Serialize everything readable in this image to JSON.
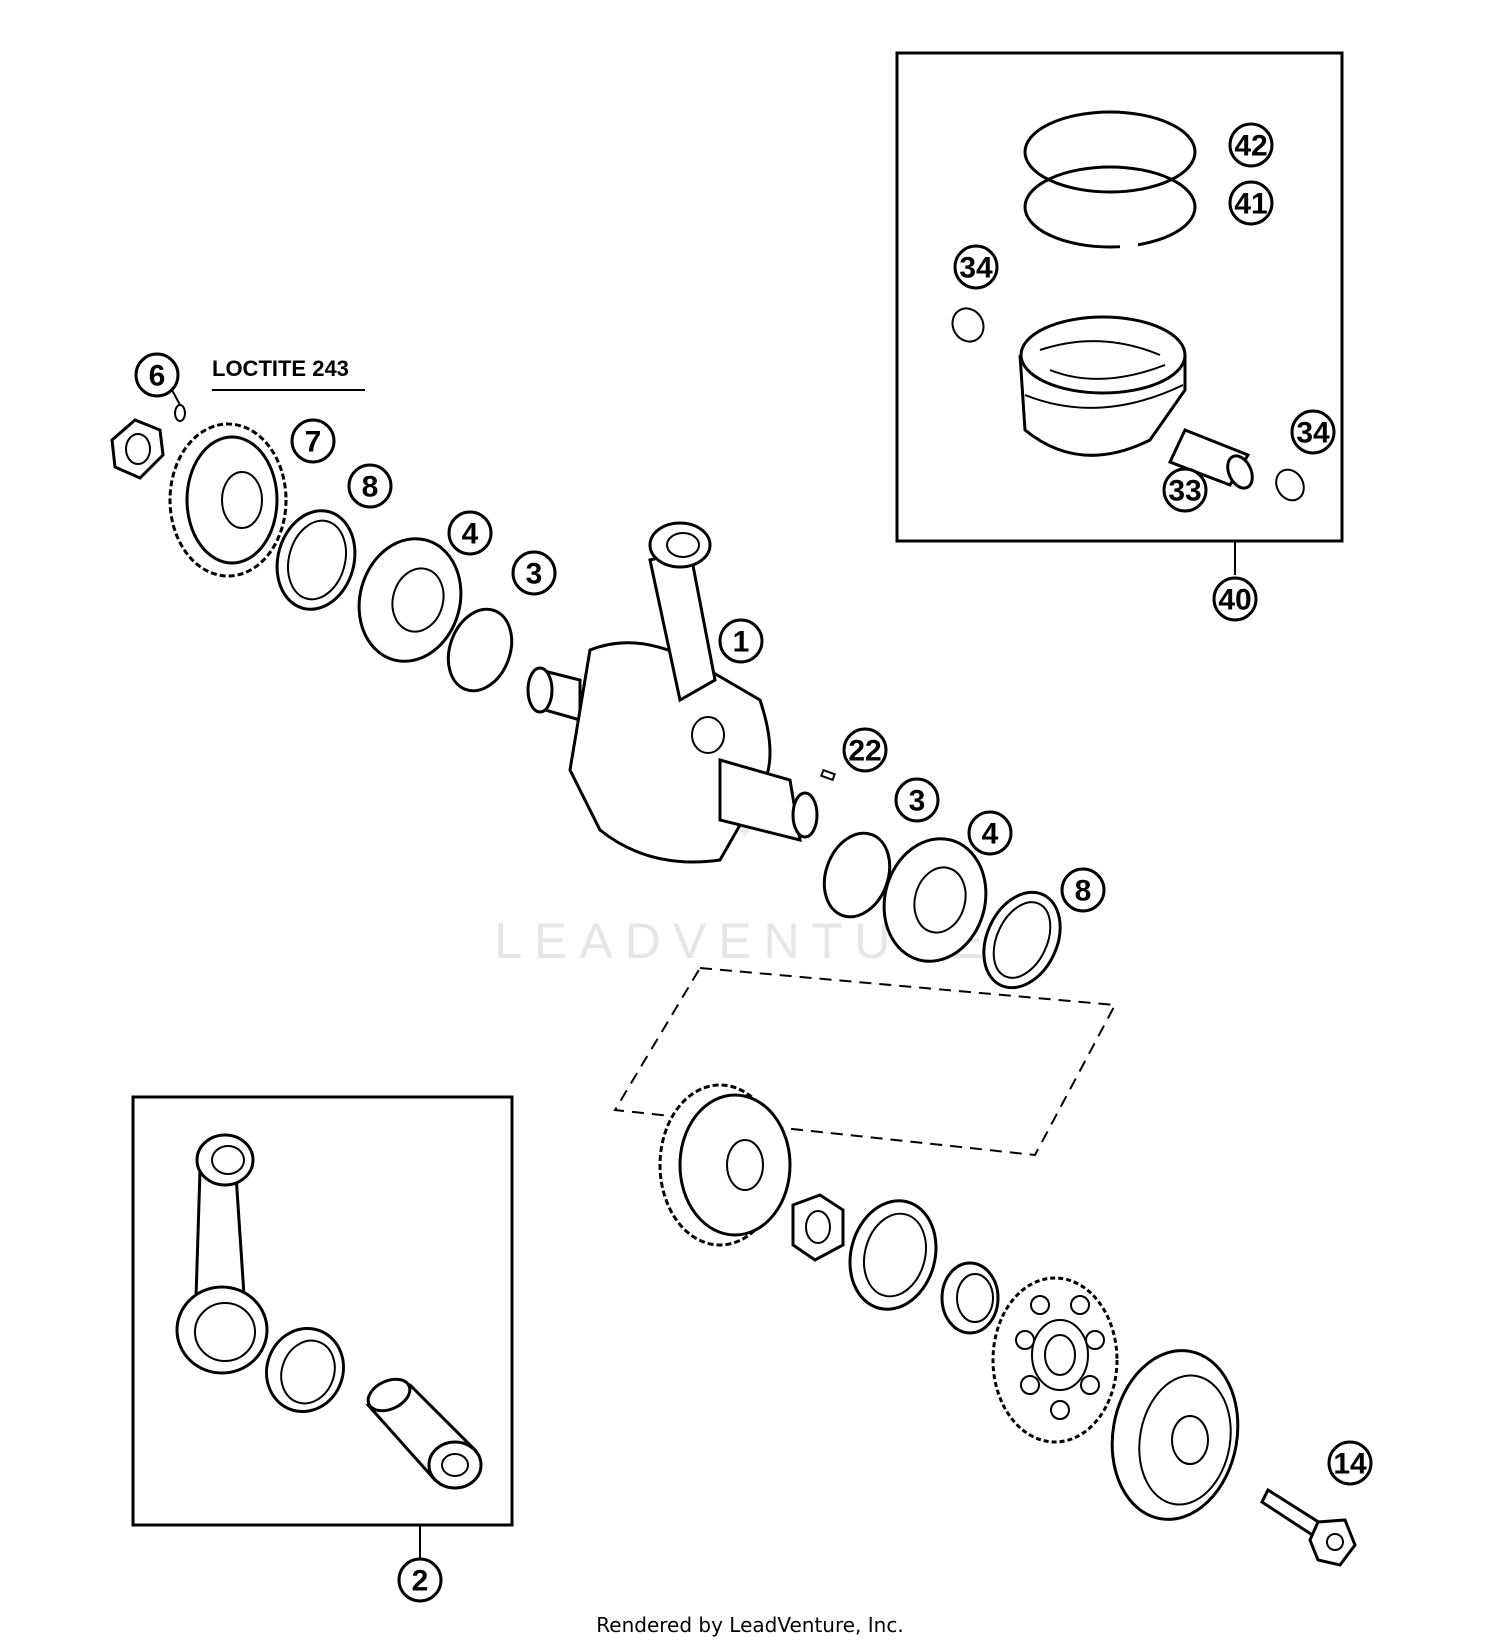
{
  "callouts": {
    "c1": "1",
    "c2": "2",
    "c3a": "3",
    "c3b": "3",
    "c4a": "4",
    "c4b": "4",
    "c6": "6",
    "c7": "7",
    "c8a": "8",
    "c8b": "8",
    "c14": "14",
    "c22": "22",
    "c33": "33",
    "c34a": "34",
    "c34b": "34",
    "c40": "40",
    "c41": "41",
    "c42": "42"
  },
  "note": "LOCTITE 243",
  "watermark": "LEADVENTURE",
  "footer": "Rendered by LeadVenture, Inc."
}
